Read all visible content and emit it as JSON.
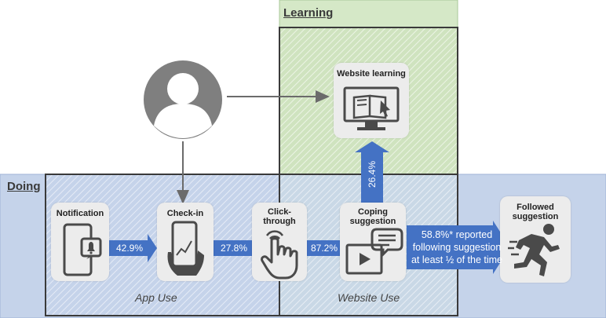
{
  "regions": {
    "learning": "Learning",
    "doing": "Doing",
    "app_use": "App Use",
    "website_use": "Website Use"
  },
  "cards": {
    "website_learning": "Website learning",
    "notification": "Notification",
    "checkin": "Check-in",
    "clickthrough_line1": "Click-",
    "clickthrough_line2": "through",
    "coping_line1": "Coping",
    "coping_line2": "suggestion",
    "followed_line1": "Followed",
    "followed_line2": "suggestion"
  },
  "rates": {
    "notification_to_checkin": "42.9%",
    "checkin_to_clickthrough": "27.8%",
    "clickthrough_to_coping": "87.2%",
    "coping_to_learning": "26.4%"
  },
  "callout": {
    "line1": "58.8%* reported",
    "line2": "following suggestion",
    "line3": "at least ½ of the time"
  },
  "colors": {
    "learning_fill": "#d5e8c7",
    "doing_fill": "#c5d3ea",
    "arrow_blue": "#4472c4",
    "card_gray": "#ececec"
  }
}
